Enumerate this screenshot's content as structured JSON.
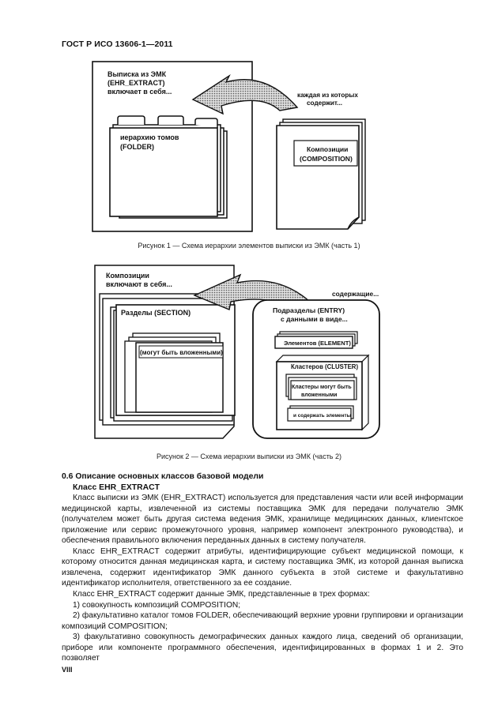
{
  "header": "ГОСТ Р ИСО 13606-1—2011",
  "figure1": {
    "extract_label": [
      "Выписка из ЭМК",
      "(EHR_EXTRACT)",
      "включает в себя..."
    ],
    "each_label": [
      "каждая из которых",
      "содержит..."
    ],
    "folder_label": [
      "иерархию томов",
      "(FOLDER)"
    ],
    "composition_label": [
      "Композиции",
      "(COMPOSITION)"
    ],
    "caption": "Рисунок 1 — Схема иерархии элементов выписки из ЭМК (часть 1)"
  },
  "figure2": {
    "compositions_label": [
      "Композиции",
      "включают в себя..."
    ],
    "containing_label": "содержащие...",
    "sections_label": "Разделы (SECTION)",
    "nested_label": "(могут быть вложенными)",
    "entries_label": [
      "Подразделы (ENTRY)",
      "с данными в виде..."
    ],
    "elements_label": "Элементов (ELEMENT)",
    "clusters_label": "Кластеров (CLUSTER)",
    "clusters_nested_label": [
      "Кластеры могут быть",
      "вложенными"
    ],
    "clusters_elements_label": "и содержать элементы",
    "caption": "Рисунок 2 — Схема иерархии выписки из ЭМК (часть 2)"
  },
  "section": {
    "heading": "0.6 Описание основных классов базовой модели",
    "subheading": "Класс EHR_EXTRACT",
    "paragraphs": [
      "Класс выписки из ЭМК (EHR_EXTRACT) используется для представления части или всей информации медицинской карты, извлеченной из системы поставщика ЭМК для передачи получателю ЭМК (получателем может быть другая система ведения ЭМК, хранилище медицинских данных, клиентское приложение или сервис промежуточного уровня, например компонент электронного руководства), и обеспечения правильного включения переданных данных в систему получателя.",
      "Класс EHR_EXTRACT содержит атрибуты, идентифицирующие субъект медицинской помощи, к которому относится данная медицинская карта, и систему поставщика ЭМК, из которой данная выписка извлечена, содержит идентификатор ЭМК данного субъекта в этой системе и факультативно идентификатор исполнителя, ответственного за ее создание.",
      "Класс EHR_EXTRACT содержит данные ЭМК, представленные в трех формах:",
      "1) совокупность композиций COMPOSITION;",
      "2) факультативно каталог томов FOLDER, обеспечивающий верхние уровни группировки и организации композиций COMPOSITION;",
      "3) факультативно совокупность демографических данных каждого лица, сведений об организации, приборе или компоненте программного обеспечения, идентифицированных в формах 1 и 2. Это позволяет"
    ]
  },
  "page_number": "VIII"
}
